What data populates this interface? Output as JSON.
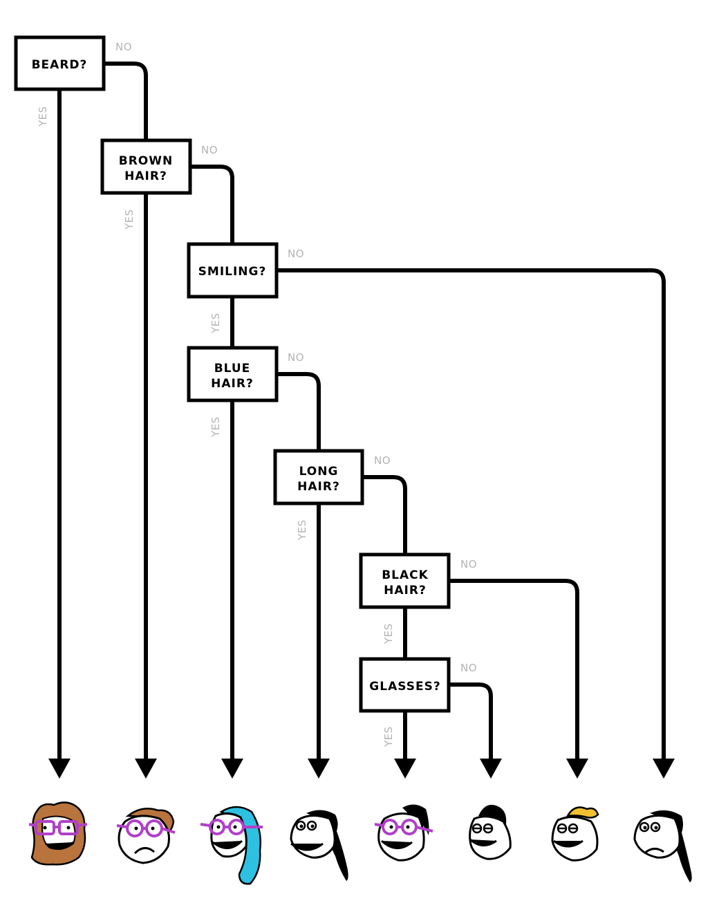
{
  "colors": {
    "line": "#000000",
    "label": "#b3b3b3",
    "glasses": "#b040c8",
    "beard_brown": "#b8743c",
    "blue_hair": "#2ec0e0",
    "blonde_hair": "#f0c030",
    "skin": "#ffffff"
  },
  "labels": {
    "yes": "YES",
    "no": "NO"
  },
  "questions": [
    {
      "id": "beard",
      "lines": [
        "BEARD?"
      ]
    },
    {
      "id": "brown-hair",
      "lines": [
        "BROWN",
        "HAIR?"
      ]
    },
    {
      "id": "smiling",
      "lines": [
        "SMILING?"
      ]
    },
    {
      "id": "blue-hair",
      "lines": [
        "BLUE",
        "HAIR?"
      ]
    },
    {
      "id": "long-hair",
      "lines": [
        "LONG",
        "HAIR?"
      ]
    },
    {
      "id": "black-hair",
      "lines": [
        "BLACK",
        "HAIR?"
      ]
    },
    {
      "id": "glasses",
      "lines": [
        "GLASSES?"
      ]
    }
  ],
  "faces": [
    {
      "id": "bearded-glasses-smiling"
    },
    {
      "id": "brown-hair-glasses-frowning"
    },
    {
      "id": "blue-hair-glasses-smiling"
    },
    {
      "id": "ponytail-smiling"
    },
    {
      "id": "black-hair-glasses-smiling"
    },
    {
      "id": "black-hair-smiling"
    },
    {
      "id": "blonde-smiling"
    },
    {
      "id": "ponytail-frowning"
    }
  ]
}
